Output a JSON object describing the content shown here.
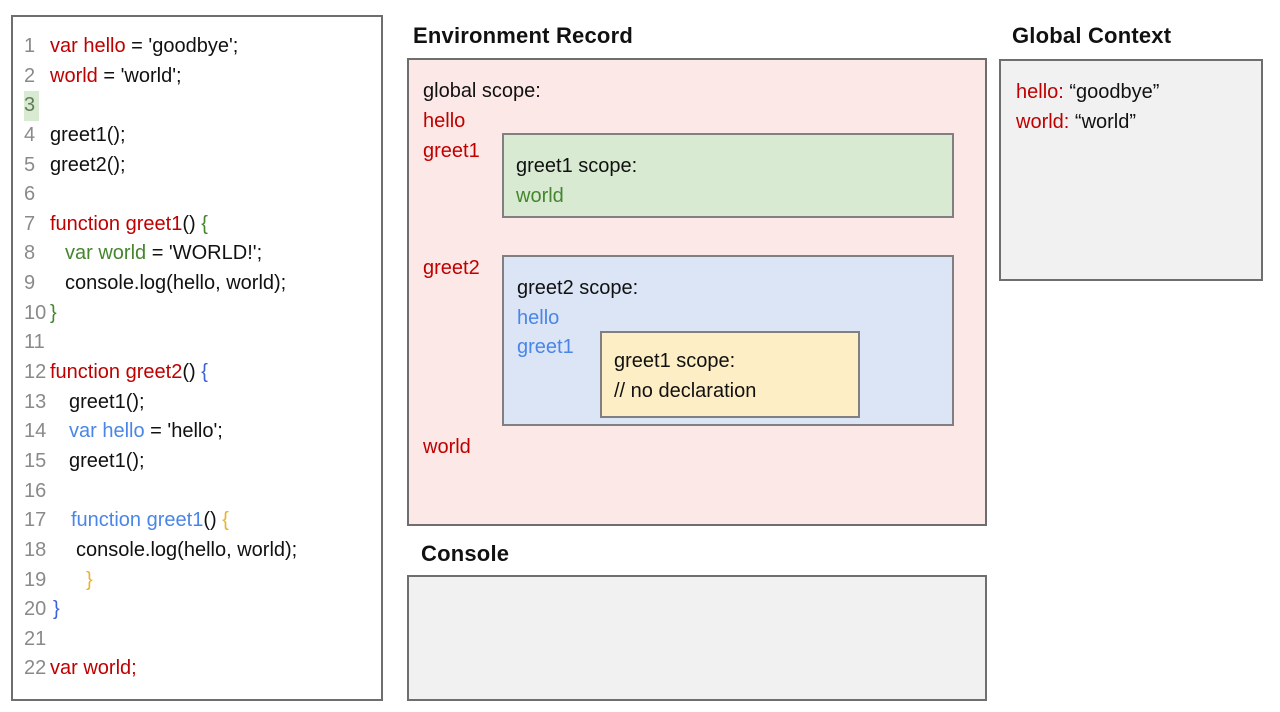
{
  "colors": {
    "red": "#c00000",
    "green": "#45862e",
    "blue": "#4a86e8",
    "blue_deep": "#3b63d8",
    "yellow": "#e9b42c",
    "black": "#111111",
    "line_number": "#8a8a8a",
    "line_number_highlight": "#5f7d56",
    "highlight_bg": "#d9ead3",
    "pink_bg": "#fce8e6",
    "green_bg": "#d9ead3",
    "blue_bg": "#dbe5f6",
    "yellow_bg": "#fdeec5",
    "gray_bg": "#f1f1f1"
  },
  "code_panel": {
    "lines": [
      {
        "num": "1",
        "indent": 0,
        "segments": [
          {
            "t": "var hello",
            "c": "red"
          },
          {
            "t": " = 'goodbye';",
            "c": "black"
          }
        ]
      },
      {
        "num": "2",
        "indent": 0,
        "segments": [
          {
            "t": "world",
            "c": "red"
          },
          {
            "t": " = 'world';",
            "c": "black"
          }
        ]
      },
      {
        "num": "3",
        "indent": 0,
        "highlight": true,
        "segments": []
      },
      {
        "num": "4",
        "indent": 0,
        "segments": [
          {
            "t": "greet1();",
            "c": "black"
          }
        ]
      },
      {
        "num": "5",
        "indent": 0,
        "segments": [
          {
            "t": "greet2();",
            "c": "black"
          }
        ]
      },
      {
        "num": "6",
        "indent": 0,
        "segments": []
      },
      {
        "num": "7",
        "indent": 0,
        "segments": [
          {
            "t": "function greet1",
            "c": "red"
          },
          {
            "t": "() ",
            "c": "black"
          },
          {
            "t": "{",
            "c": "green"
          }
        ]
      },
      {
        "num": "8",
        "indent": 15,
        "segments": [
          {
            "t": "var world",
            "c": "green"
          },
          {
            "t": " = 'WORLD!';",
            "c": "black"
          }
        ]
      },
      {
        "num": "9",
        "indent": 15,
        "segments": [
          {
            "t": "console.log(hello, world);",
            "c": "black"
          }
        ]
      },
      {
        "num": "10",
        "indent": 0,
        "segments": [
          {
            "t": "}",
            "c": "green"
          }
        ]
      },
      {
        "num": "11",
        "indent": 0,
        "segments": []
      },
      {
        "num": "12",
        "indent": 0,
        "segments": [
          {
            "t": "function greet2",
            "c": "red"
          },
          {
            "t": "() ",
            "c": "black"
          },
          {
            "t": "{",
            "c": "blue_deep"
          }
        ]
      },
      {
        "num": "13",
        "indent": 19,
        "segments": [
          {
            "t": "greet1();",
            "c": "black"
          }
        ]
      },
      {
        "num": "14",
        "indent": 19,
        "segments": [
          {
            "t": "var hello",
            "c": "blue"
          },
          {
            "t": " = 'hello';",
            "c": "black"
          }
        ]
      },
      {
        "num": "15",
        "indent": 19,
        "segments": [
          {
            "t": "greet1();",
            "c": "black"
          }
        ]
      },
      {
        "num": "16",
        "indent": 0,
        "segments": []
      },
      {
        "num": "17",
        "indent": 21,
        "segments": [
          {
            "t": "function greet1",
            "c": "blue"
          },
          {
            "t": "() ",
            "c": "black"
          },
          {
            "t": "{",
            "c": "yellow"
          }
        ]
      },
      {
        "num": "18",
        "indent": 26,
        "segments": [
          {
            "t": "console.log(hello, world);",
            "c": "black"
          }
        ]
      },
      {
        "num": "19",
        "indent": 36,
        "segments": [
          {
            "t": "}",
            "c": "yellow"
          }
        ]
      },
      {
        "num": "20",
        "indent": 3,
        "segments": [
          {
            "t": "}",
            "c": "blue_deep"
          }
        ]
      },
      {
        "num": "21",
        "indent": 0,
        "segments": []
      },
      {
        "num": "22",
        "indent": 0,
        "segments": [
          {
            "t": "var world;",
            "c": "red"
          }
        ]
      }
    ]
  },
  "environment_record": {
    "title": "Environment Record",
    "global_label": "global scope:",
    "hello_label": "hello",
    "greet1_label": "greet1",
    "greet2_label": "greet2",
    "world_label": "world",
    "greet1_scope": {
      "label": "greet1 scope:",
      "var1": "world"
    },
    "greet2_scope": {
      "label": "greet2 scope:",
      "var1": "hello",
      "var2": "greet1",
      "inner": {
        "label": "greet1 scope:",
        "comment": "// no declaration"
      }
    }
  },
  "console": {
    "title": "Console"
  },
  "global_context": {
    "title": "Global Context",
    "entries": [
      {
        "key": "hello:",
        "value": " “goodbye”"
      },
      {
        "key": "world:",
        "value": " “world”"
      }
    ]
  }
}
